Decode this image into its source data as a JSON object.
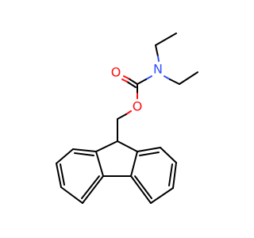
{
  "molecule": {
    "atoms": {
      "nitrogen": {
        "label": "N",
        "color": "#3050F8"
      },
      "carbonyl_oxygen": {
        "label": "O",
        "color": "#FF0D0D"
      },
      "ester_oxygen": {
        "label": "O",
        "color": "#FF0D0D"
      }
    }
  },
  "colors": {
    "bond": "#000000",
    "nitrogen": "#3050F8",
    "oxygen": "#FF0D0D",
    "background": "#ffffff"
  }
}
